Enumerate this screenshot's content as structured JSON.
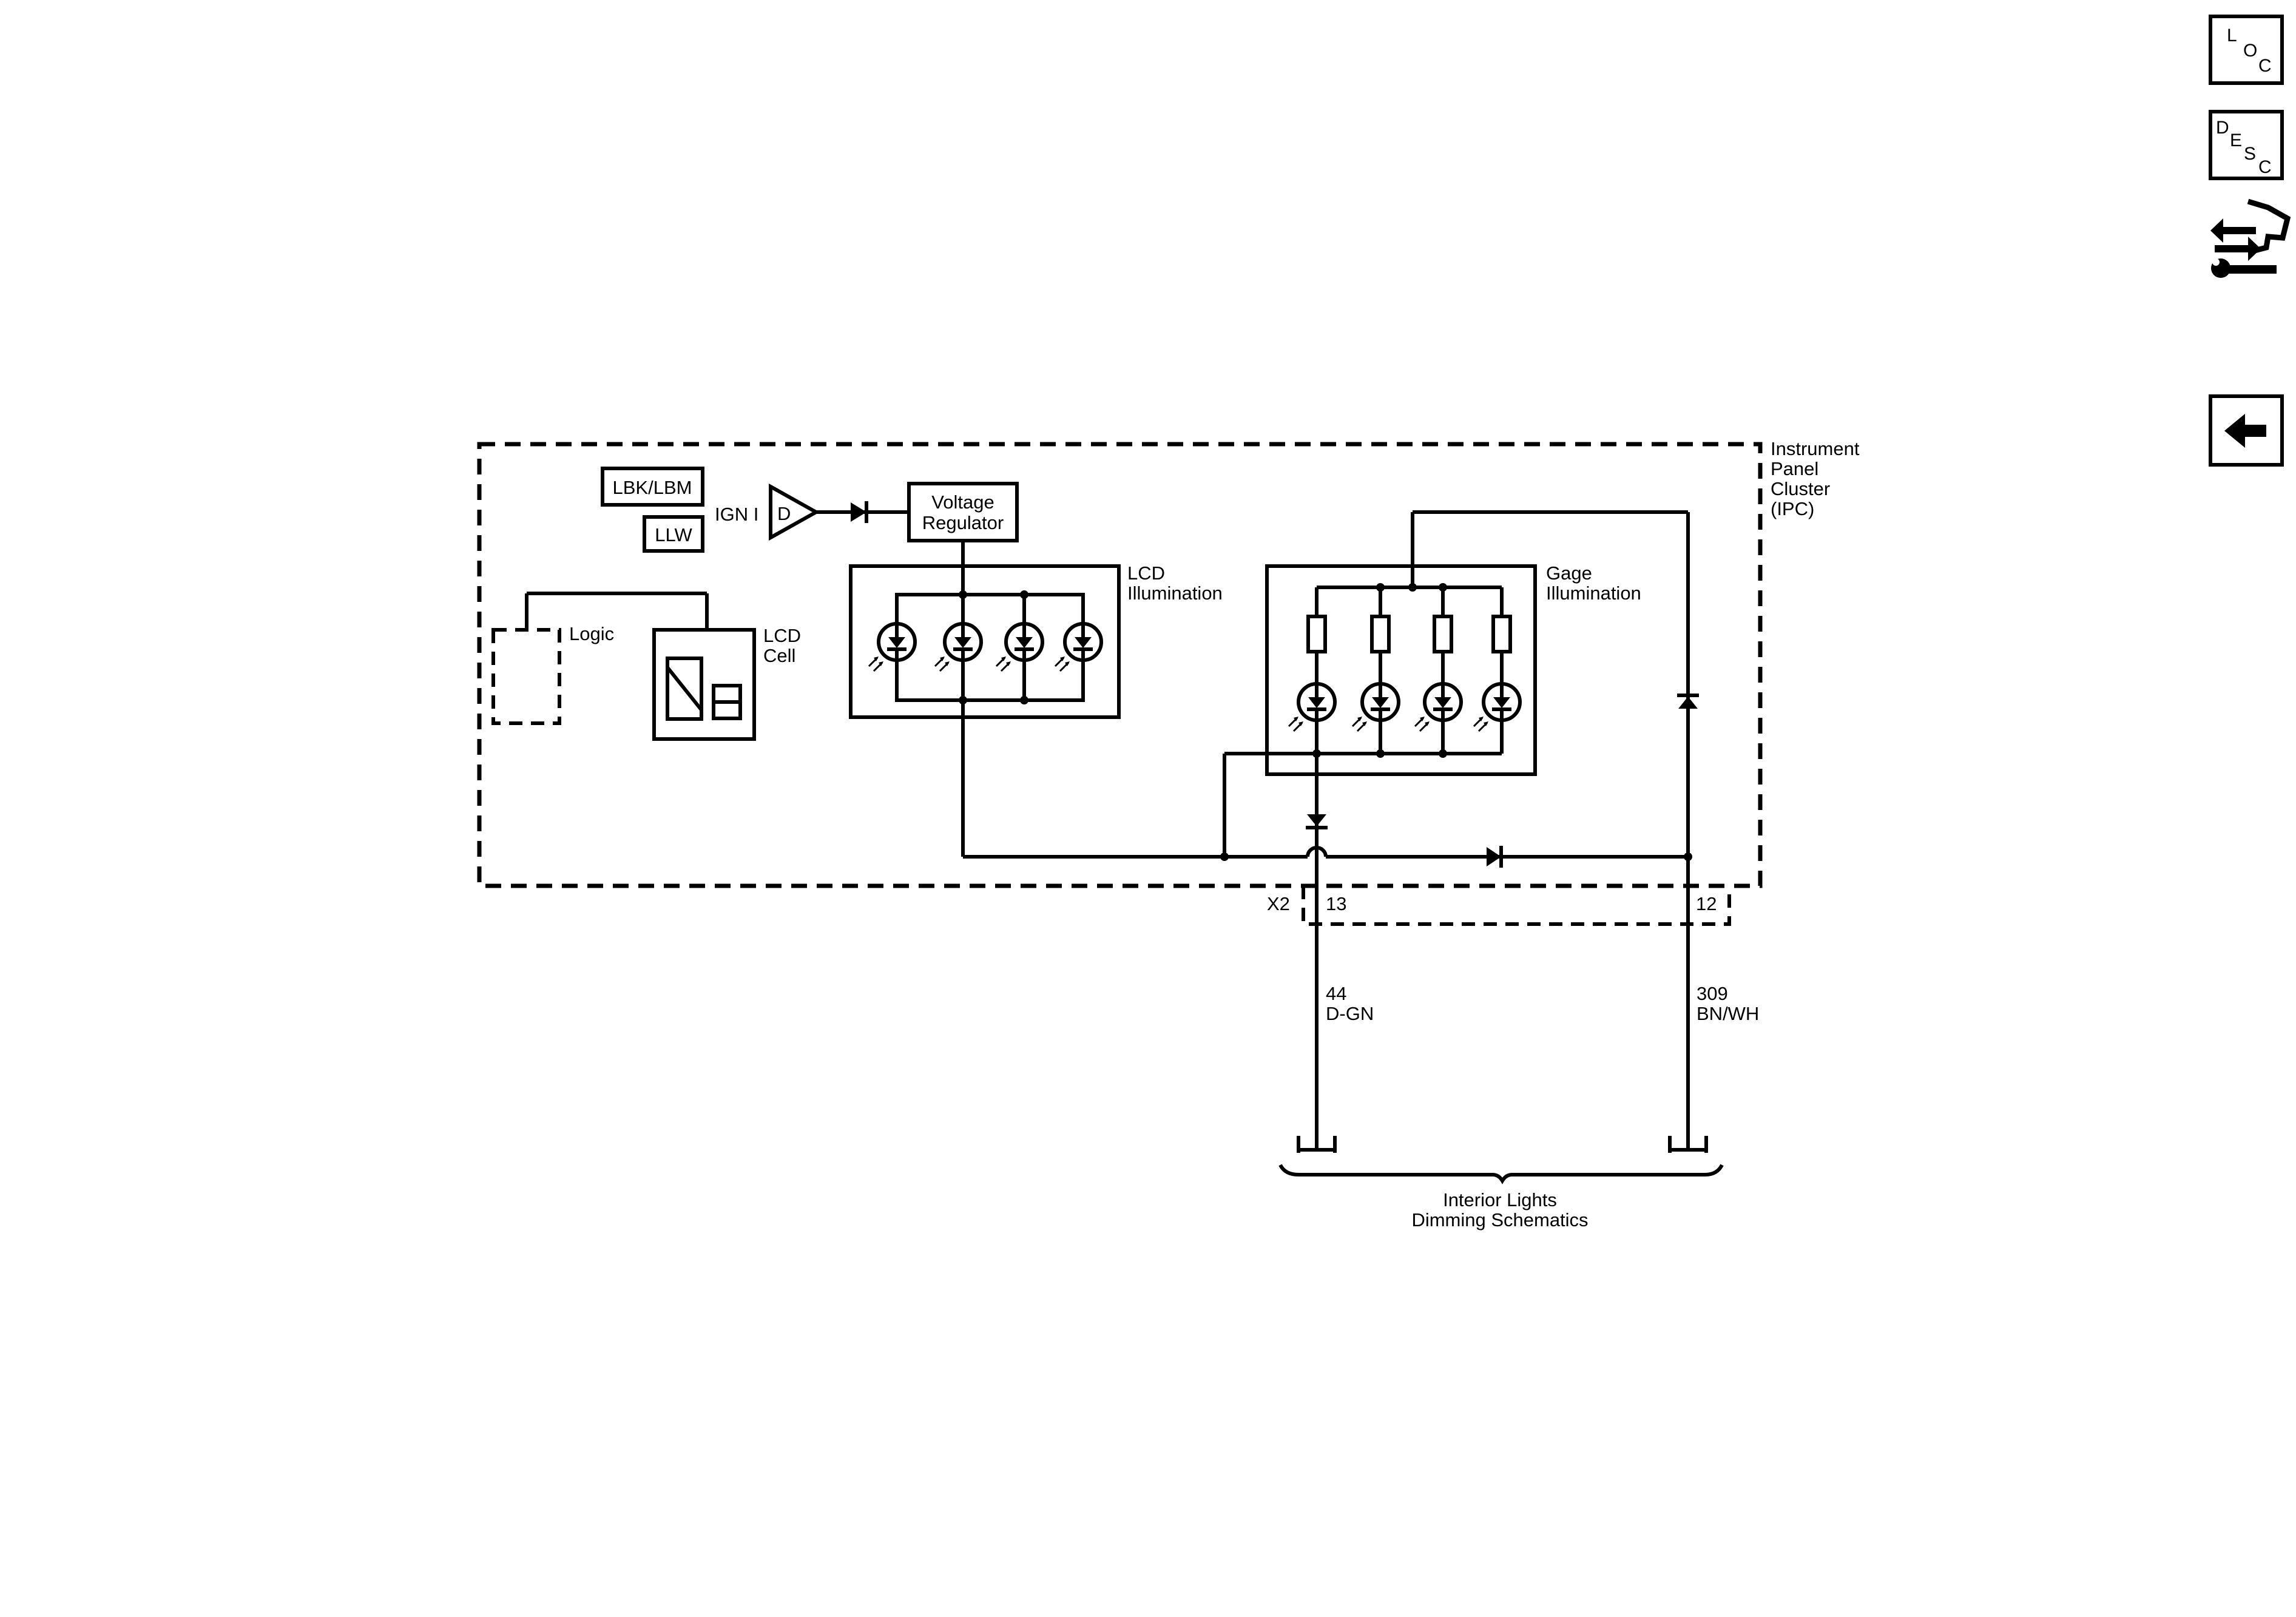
{
  "nav": {
    "loc": {
      "l1": "L",
      "l2": "O",
      "l3": "C"
    },
    "desc": {
      "l1": "D",
      "l2": "E",
      "l3": "S",
      "l4": "C"
    },
    "diag_icon": "diagnostic-arrows-wrench-icon",
    "back_icon": "back-arrow-icon"
  },
  "module": {
    "line1": "Instrument",
    "line2": "Panel",
    "line3": "Cluster",
    "line4": "(IPC)"
  },
  "badges": {
    "lbk": "LBK/LBM",
    "llw": "LLW"
  },
  "ign": {
    "label": "IGN I",
    "driver": "D"
  },
  "regulator": {
    "line1": "Voltage",
    "line2": "Regulator"
  },
  "lcd_illum": {
    "line1": "LCD",
    "line2": "Illumination"
  },
  "gage_illum": {
    "line1": "Gage",
    "line2": "Illumination"
  },
  "logic": {
    "label": "Logic"
  },
  "lcd_cell": {
    "line1": "LCD",
    "line2": "Cell"
  },
  "connector": {
    "name": "X2",
    "pin_a": "13",
    "pin_b": "12"
  },
  "wire_a": {
    "circuit": "44",
    "color": "D-GN"
  },
  "wire_b": {
    "circuit": "309",
    "color": "BN/WH"
  },
  "destination": {
    "line1": "Interior Lights",
    "line2": "Dimming Schematics"
  }
}
